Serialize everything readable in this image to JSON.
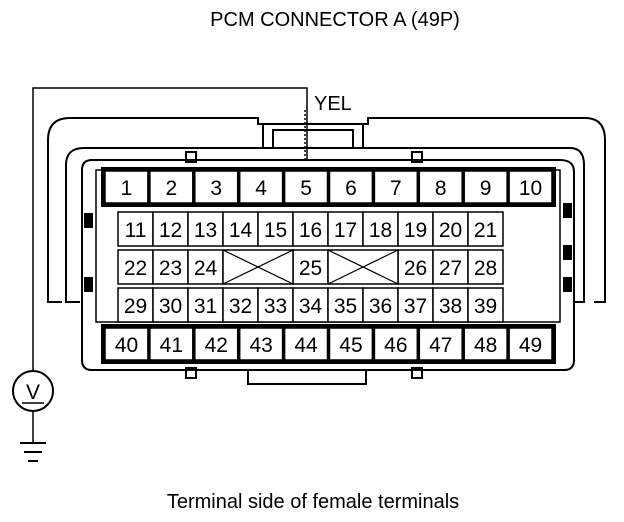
{
  "title": "PCM CONNECTOR A (49P)",
  "caption": "Terminal side of female terminals",
  "wire_label": "YEL",
  "meter_symbol": "V",
  "probe_terminal": "5",
  "rows": [
    {
      "id": "row1",
      "pins": [
        "1",
        "2",
        "3",
        "4",
        "5",
        "6",
        "7",
        "8",
        "9",
        "10"
      ]
    },
    {
      "id": "row2",
      "pins": [
        "11",
        "12",
        "13",
        "14",
        "15",
        "16",
        "17",
        "18",
        "19",
        "20",
        "21"
      ]
    },
    {
      "id": "row3",
      "pins": [
        "22",
        "23",
        "24",
        "",
        "",
        "25",
        "",
        "",
        "26",
        "27",
        "28"
      ]
    },
    {
      "id": "row4",
      "pins": [
        "29",
        "30",
        "31",
        "32",
        "33",
        "34",
        "35",
        "36",
        "37",
        "38",
        "39"
      ]
    },
    {
      "id": "row5",
      "pins": [
        "40",
        "41",
        "42",
        "43",
        "44",
        "45",
        "46",
        "47",
        "48",
        "49"
      ]
    }
  ],
  "empty_cavities": [
    "cavity-left",
    "cavity-right"
  ],
  "icons": [
    "voltmeter-icon",
    "ground-icon"
  ]
}
